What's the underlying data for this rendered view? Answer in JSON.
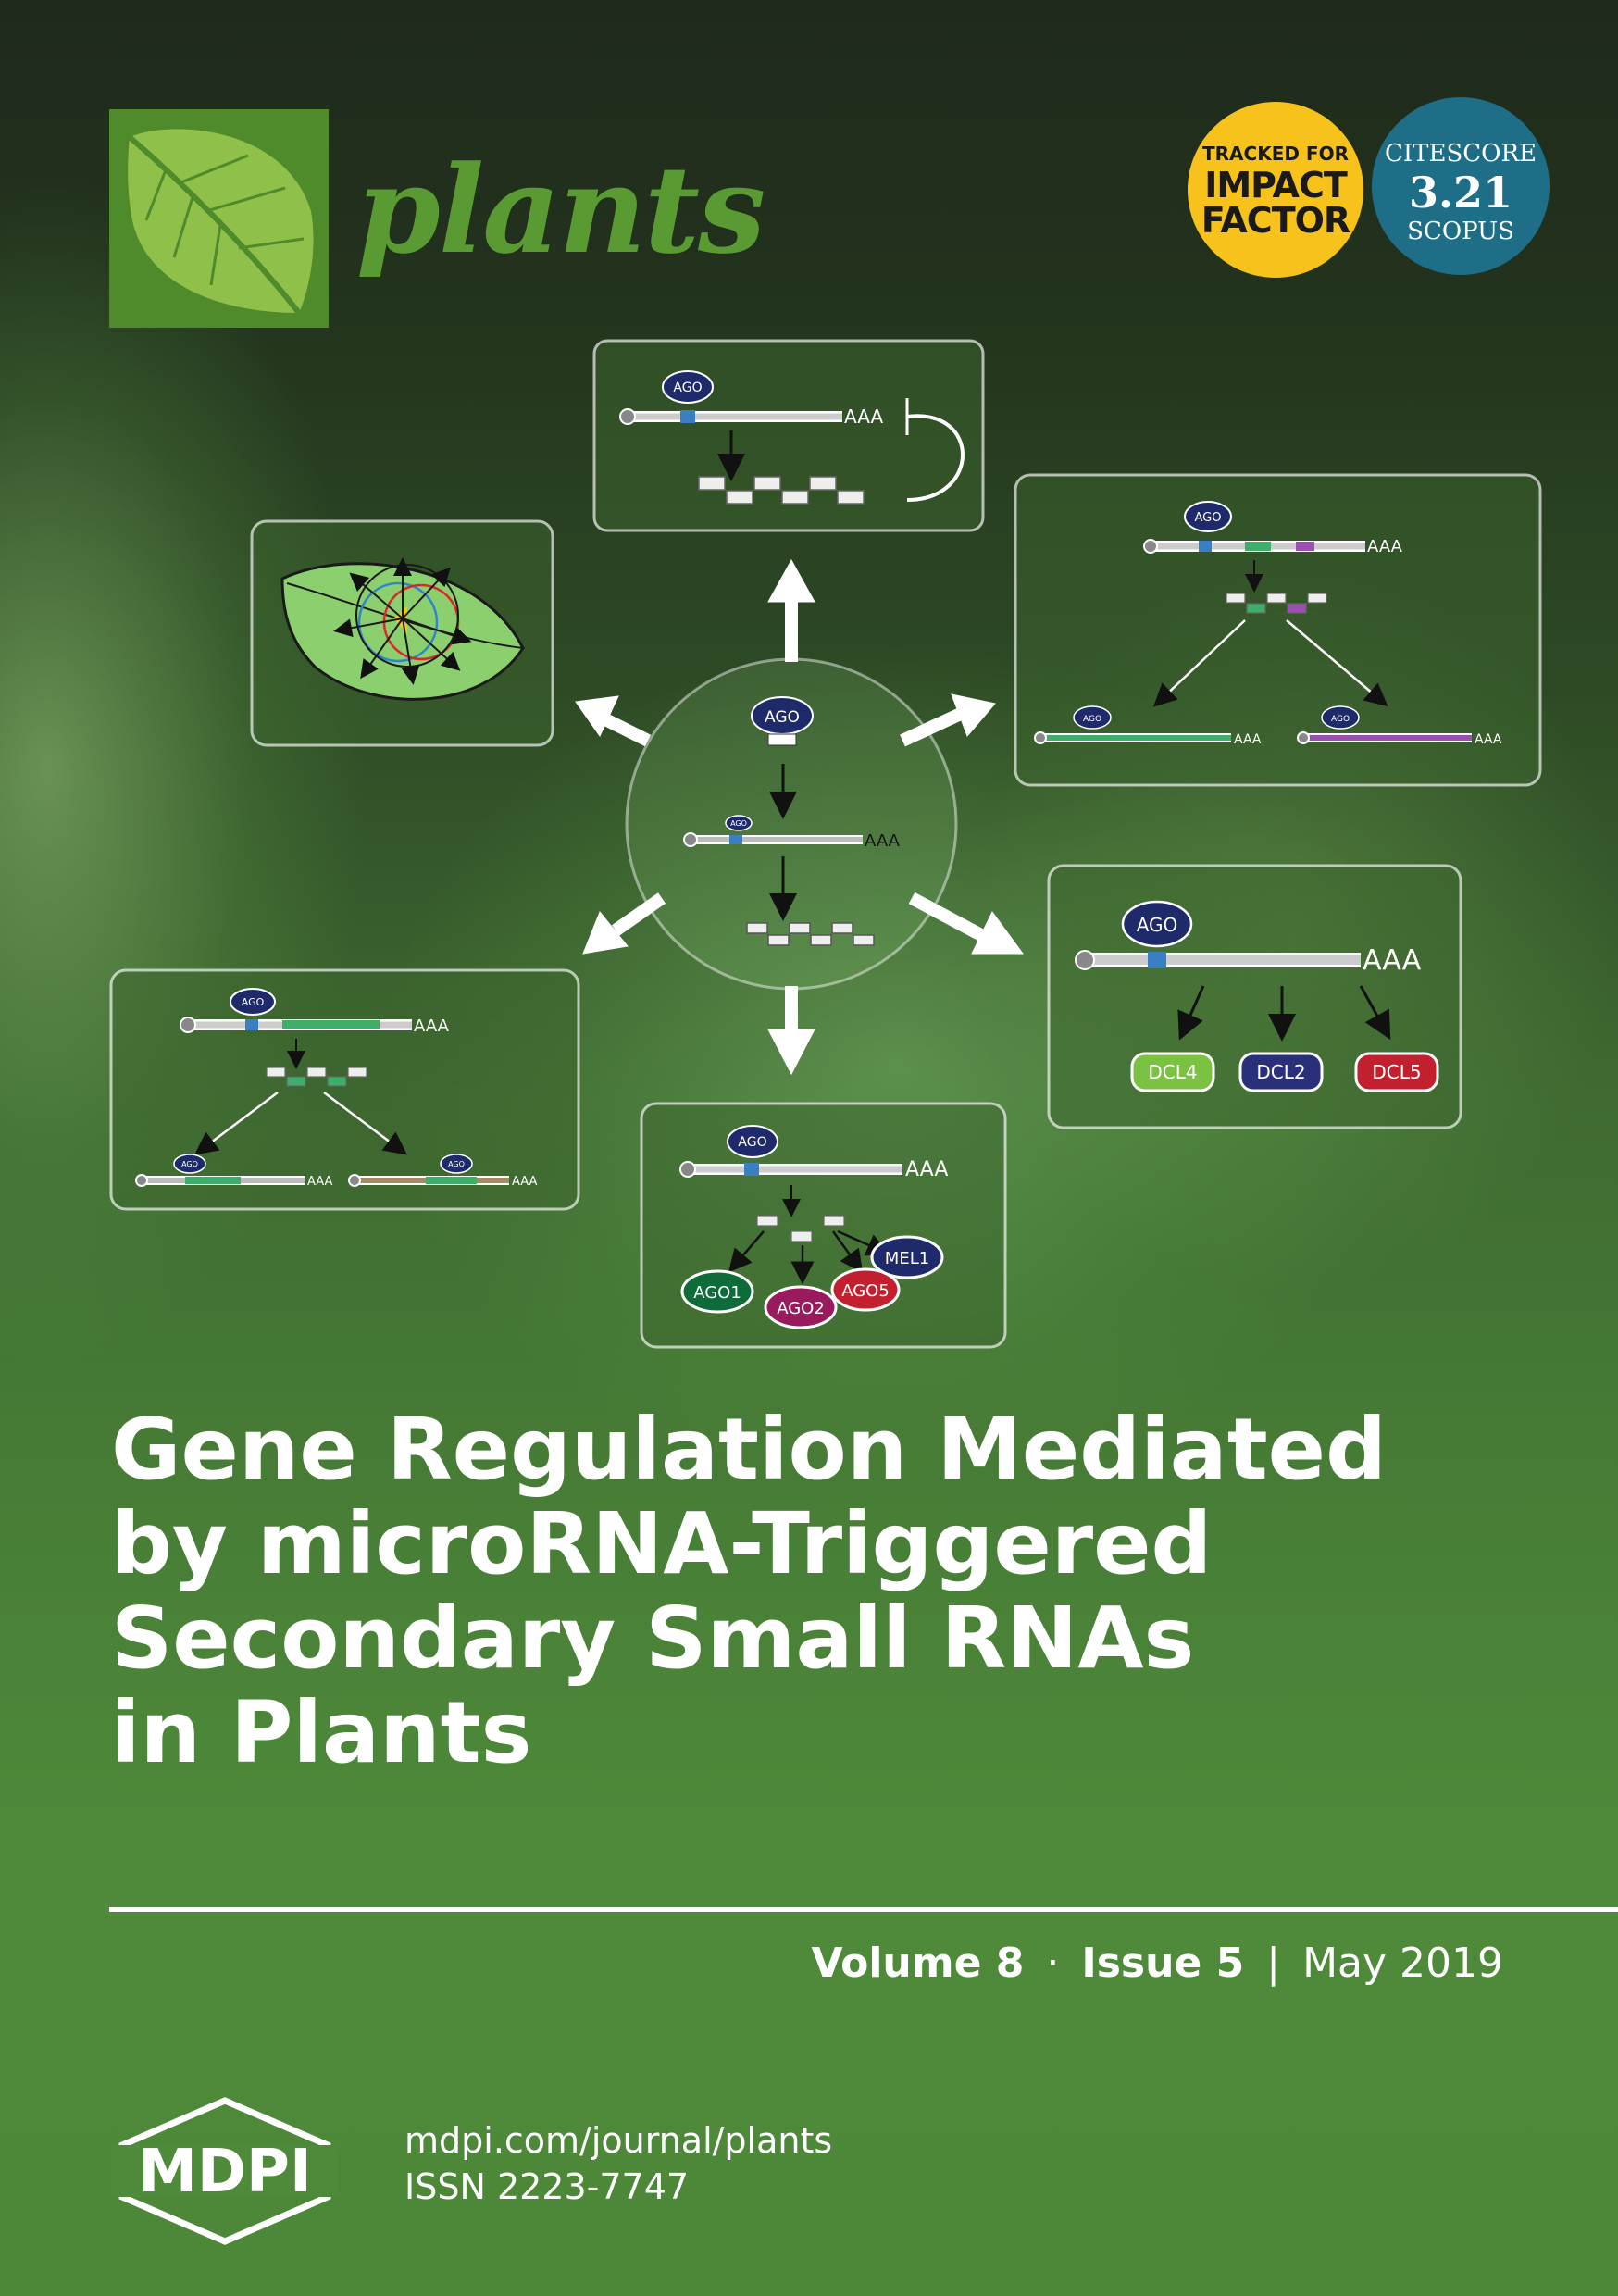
{
  "journal": {
    "name": "plants",
    "icon": "leaf-icon",
    "brand_color": "#4f8a2b"
  },
  "badges": {
    "impact": {
      "line1": "TRACKED FOR",
      "line2": "IMPACT",
      "line3": "FACTOR",
      "color": "#f6c21b"
    },
    "citescore": {
      "line1": "CITESCORE",
      "value": "3.21",
      "line3": "SCOPUS",
      "color": "#1e6e88"
    }
  },
  "diagram": {
    "center": {
      "ago": "AGO",
      "ago_small": "AGO",
      "tail": "AAA"
    },
    "top_panel": {
      "ago": "AGO",
      "tail": "AAA"
    },
    "right_top_panel": {
      "ago": "AGO",
      "tail": "AAA",
      "ago_left": "AGO",
      "tail_left": "AAA",
      "ago_right": "AGO",
      "tail_right": "AAA"
    },
    "right_mid_panel": {
      "ago": "AGO",
      "tail": "AAA",
      "dcl4": "DCL4",
      "dcl2": "DCL2",
      "dcl5": "DCL5"
    },
    "bottom_panel": {
      "ago": "AGO",
      "tail": "AAA",
      "ago1": "AGO1",
      "ago2": "AGO2",
      "ago5": "AGO5",
      "mel1": "MEL1"
    },
    "left_panel": {
      "ago": "AGO",
      "tail": "AAA",
      "ago_left": "AGO",
      "tail_left": "AAA",
      "ago_right": "AGO",
      "tail_right": "AAA"
    },
    "colors": {
      "ago_blue": "#1f2a6b",
      "dcl4": "#7cc242",
      "dcl2": "#2a2f7a",
      "dcl5": "#c3202f",
      "ago1": "#0e6b3a",
      "ago2": "#9a1a5e",
      "ago5": "#c3202f",
      "mel1": "#1f2a6b",
      "green_seg": "#3fae6a",
      "purple_seg": "#9b4fb0",
      "brown_seg": "#a58a6a"
    }
  },
  "title": {
    "line1": "Gene Regulation Mediated",
    "line2": "by microRNA-Triggered",
    "line3": "Secondary Small RNAs",
    "line4": "in Plants"
  },
  "issue": {
    "volume": "Volume 8",
    "dot": "·",
    "issue": "Issue 5",
    "bar": "|",
    "date": "May 2019"
  },
  "footer": {
    "publisher": "MDPI",
    "url": "mdpi.com/journal/plants",
    "issn": "ISSN 2223-7747"
  }
}
